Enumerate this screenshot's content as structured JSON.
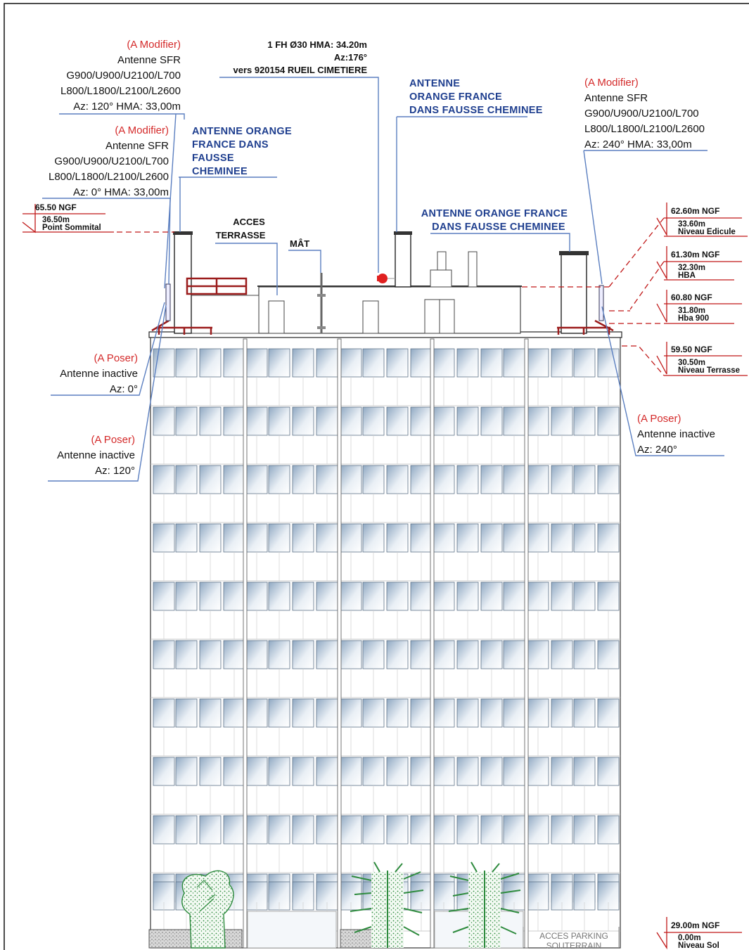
{
  "fh_label": {
    "line1": "1 FH Ø30 HMA: 34.20m",
    "line2": "Az:176°",
    "line3": "vers 920154 RUEIL CIMETIERE"
  },
  "sfr_left_120": {
    "status": "(A Modifier)",
    "name": "Antenne SFR",
    "bands1": "G900/U900/U2100/L700",
    "bands2": "L800/L1800/L2100/L2600",
    "az_hma": "Az: 120°  HMA: 33,00m"
  },
  "sfr_left_0": {
    "status": "(A Modifier)",
    "name": "Antenne SFR",
    "bands1": "G900/U900/U2100/L700",
    "bands2": "L800/L1800/L2100/L2600",
    "az_hma": "Az: 0°  HMA: 33,00m"
  },
  "sfr_right_240": {
    "status": "(A Modifier)",
    "name": "Antenne SFR",
    "bands1": "G900/U900/U2100/L700",
    "bands2": "L800/L1800/L2100/L2600",
    "az_hma": "Az: 240°  HMA: 33,00m"
  },
  "orange_left": {
    "l1": "ANTENNE ORANGE",
    "l2": "FRANCE DANS",
    "l3": "FAUSSE",
    "l4": "CHEMINEE"
  },
  "orange_center": {
    "l1": "ANTENNE",
    "l2": "ORANGE FRANCE",
    "l3": "DANS FAUSSE CHEMINEE"
  },
  "orange_right": {
    "l1": "ANTENNE ORANGE FRANCE",
    "l2": "DANS FAUSSE CHEMINEE"
  },
  "acces_terrasse": {
    "l1": "ACCES",
    "l2": "TERRASSE"
  },
  "mat": "MÂT",
  "inactive_0": {
    "status": "(A Poser)",
    "name": "Antenne inactive",
    "az": "Az: 0°"
  },
  "inactive_120": {
    "status": "(A Poser)",
    "name": "Antenne inactive",
    "az": "Az: 120°"
  },
  "inactive_240": {
    "status": "(A Poser)",
    "name": "Antenne inactive",
    "az": "Az: 240°"
  },
  "level_sommital": {
    "ngf": "65.50 NGF",
    "height": "36.50m",
    "name": "Point Sommital"
  },
  "level_edicule": {
    "ngf": "62.60m NGF",
    "height": "33.60m",
    "name": "Niveau Edicule"
  },
  "level_hba": {
    "ngf": "61.30m NGF",
    "height": "32.30m",
    "name": "HBA"
  },
  "level_hba900": {
    "ngf": "60.80 NGF",
    "height": "31.80m",
    "name": "Hba 900"
  },
  "level_terrasse": {
    "ngf": "59.50 NGF",
    "height": "30.50m",
    "name": "Niveau Terrasse"
  },
  "level_sol": {
    "ngf": "29.00m NGF",
    "height": "0.00m",
    "name": "Niveau Sol"
  },
  "parking": {
    "l1": "ACCES PARKING",
    "l2": "SOUTERRAIN"
  },
  "colors": {
    "annotation_red": "#d42a2a",
    "orange_text_blue": "#1f3f8f",
    "leader_blue": "#5b7fc0",
    "railing_red": "#9b1c1c",
    "tree_green": "#2e8b3e",
    "glass_blue": "#9bb3cc"
  }
}
